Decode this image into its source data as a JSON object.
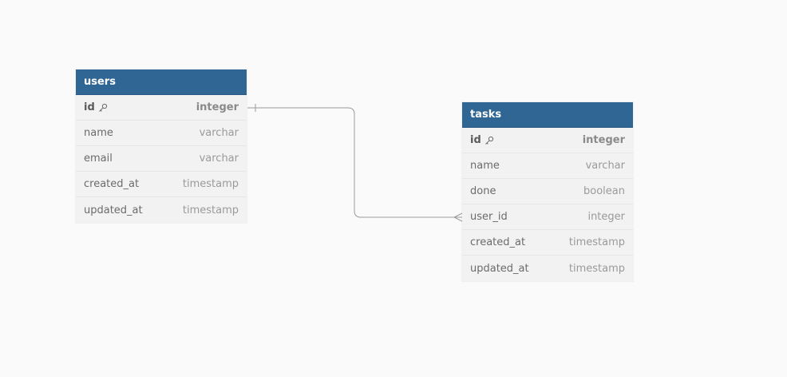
{
  "tables": [
    {
      "name": "users",
      "columns": [
        {
          "name": "id",
          "type": "integer",
          "pk": true
        },
        {
          "name": "name",
          "type": "varchar",
          "pk": false
        },
        {
          "name": "email",
          "type": "varchar",
          "pk": false
        },
        {
          "name": "created_at",
          "type": "timestamp",
          "pk": false
        },
        {
          "name": "updated_at",
          "type": "timestamp",
          "pk": false
        }
      ]
    },
    {
      "name": "tasks",
      "columns": [
        {
          "name": "id",
          "type": "integer",
          "pk": true
        },
        {
          "name": "name",
          "type": "varchar",
          "pk": false
        },
        {
          "name": "done",
          "type": "boolean",
          "pk": false
        },
        {
          "name": "user_id",
          "type": "integer",
          "pk": false
        },
        {
          "name": "created_at",
          "type": "timestamp",
          "pk": false
        },
        {
          "name": "updated_at",
          "type": "timestamp",
          "pk": false
        }
      ]
    }
  ],
  "relations": [
    {
      "from": "users.id",
      "to": "tasks.user_id",
      "from_end": "one",
      "to_end": "many"
    }
  ],
  "colors": {
    "header": "#306694",
    "row": "#f2f2f2",
    "background": "#fafafa",
    "line": "#9a9a9a"
  },
  "icons": {
    "primary_key": "key-icon"
  }
}
